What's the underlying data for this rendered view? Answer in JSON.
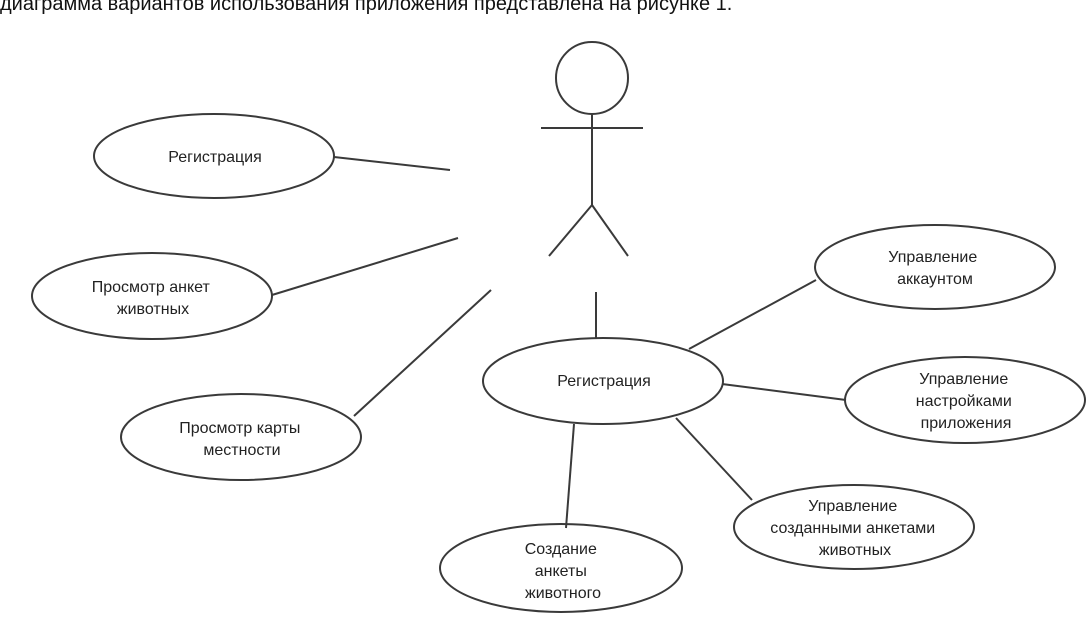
{
  "caption": "диаграмма вариантов использования приложения представлена на рисунке 1.",
  "use_cases": [
    {
      "id": "reg-top",
      "lines": [
        "Регистрация"
      ]
    },
    {
      "id": "view-animals",
      "lines": [
        "Просмотр анкет",
        "животных"
      ]
    },
    {
      "id": "view-map",
      "lines": [
        "Просмотр карты",
        "местности"
      ]
    },
    {
      "id": "reg-center",
      "lines": [
        "Регистрация"
      ]
    },
    {
      "id": "account",
      "lines": [
        "Управление",
        "аккаунтом"
      ]
    },
    {
      "id": "settings",
      "lines": [
        "Управление",
        "настройками",
        "приложения"
      ]
    },
    {
      "id": "manage-profiles",
      "lines": [
        "Управление",
        "созданными анкетами",
        "животных"
      ]
    },
    {
      "id": "create-profile",
      "lines": [
        "Создание",
        "анкеты",
        "животного"
      ]
    }
  ]
}
